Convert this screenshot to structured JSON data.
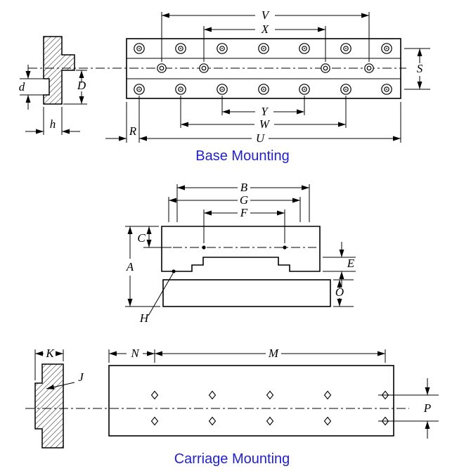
{
  "colors": {
    "title": "#2222cc",
    "line": "#000000",
    "background": "#ffffff"
  },
  "base_mounting": {
    "title": "Base Mounting",
    "dims": {
      "V": "V",
      "X": "X",
      "S": "S",
      "Y": "Y",
      "W": "W",
      "U": "U",
      "R": "R",
      "d": "d",
      "D": "D",
      "h": "h"
    }
  },
  "carriage_cross_section": {
    "dims": {
      "B": "B",
      "G": "G",
      "F": "F",
      "C": "C",
      "A": "A",
      "E": "E",
      "O": "O",
      "H": "H"
    }
  },
  "carriage_mounting": {
    "title": "Carriage Mounting",
    "dims": {
      "K": "K",
      "J": "J",
      "N": "N",
      "M": "M",
      "P": "P"
    }
  }
}
